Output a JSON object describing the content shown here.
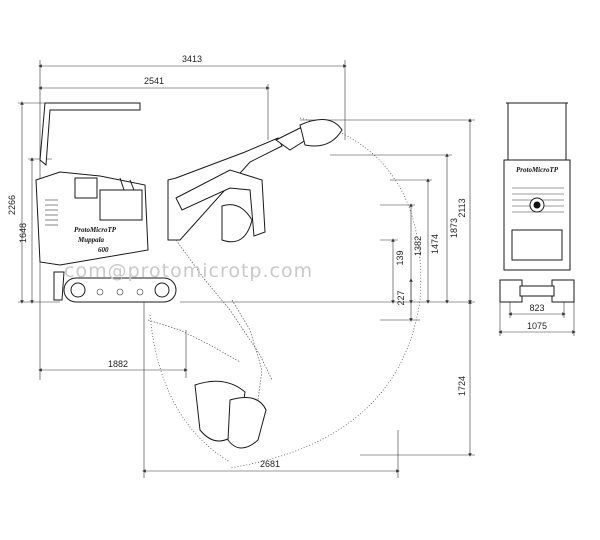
{
  "watermark": "com@protomicrotp.com",
  "machine": {
    "brand_line1": "ProtoMicroTP",
    "brand_line2": "Muppala",
    "model": "600"
  },
  "front_view": {
    "brand": "ProtoMicroTP"
  },
  "dimensions": {
    "overall_length": "3413",
    "length_to_boom": "2541",
    "total_height": "2266",
    "cabin_height": "1648",
    "reach_at_ground": "1882",
    "max_dig_reach": "2681",
    "dump_height": "2113",
    "height_1873": "1873",
    "height_1474": "1474",
    "height_1382": "1382",
    "height_139": "139",
    "height_227": "227",
    "dig_depth": "1724",
    "track_gauge": "823",
    "overall_width": "1075"
  }
}
